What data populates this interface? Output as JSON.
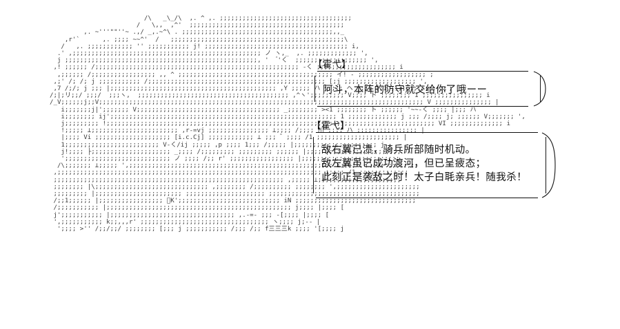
{
  "scene": {
    "background_color": "#ffffff",
    "art_color": "#3a3a3a",
    "text_color": "#101010"
  },
  "ascii_art": {
    "name": "character-portrait-aa",
    "content": "                         /\\   _\\_/\\  ,. ^ ,. ;;;;;;;;;;;;;;;;;;;;;;;;;;;;;;;;;;;\n                       /   \\,,  ,^'  ;;;;;;;;;;;;;;;;;;;;;;;;;;;;;;;;;;;;;;;;;\n         ,. ~'''\"\"''~ .,/ _,.~^\\ . ;;;;;;;;;;;;;;;;;;;;;;;;;;;;;;;;;;;;;;;;,,_\n    ,r'`      ,. ;;;; ~~^'  /   ;;;;;;;;;;;;;;;;;;;;;;;;;;;;;;;;;;;;;;;;;;;;;;\\\n   /   ,. ;;;;;;;;;;;; '' ;;;;;;;;;;; j! ;;;;;;;;;;;;;;;;;;;;;;;;;;;;;;;;;;;;;; i,\n  .' ,;;;;;;;;;;;;;;;;;;;;;;;;;;;;;;;;;;;;;;;;;;;;;;;;;; ノ ヽ,_  ,. ;;;;;;;;;;;;; ',\n  j ;;;;;;;;;;;;;;;;;;;;;;;;;;;;;;;;;;;;;;;;;;;;;;;;;;;, '   ゙'く  ;;;;;;;;;;;;;;;;;;; ',\n ,! ;;;;;; /;;;;;;;;;;;;;;;;;;;;;;;;;;;;;;;;;;;;;;;;;;;;;;;;;;;;;; -く ;;;;;;;;;;;;;;;;;;;;; i\n  ,;;;;;; /;;;;;;;;;;;;;;;;; ,, ^ ;;;;;;;;;;;;;;;;;;;;;;;;;;;;;;;;;;;;;;;;; イ! - ;;;;;;;;;;;;;;;;;; ;\n ,;' /; /; j ;;;;;;;;;;; /;;;;;;;;;;;;;;;;;;;;;;;;;;;;;;;;;;;;;;;;;;;;;;; [;j ;;;;;;;;;;;;;;;;;;; ',\n ,7 /;/; j ;;; |;;;;;;;;;;;;;;;;;;;;;;;;;;;;;;;;;;;;;;;;;;;; ,Y ;;;;; ハ ;;;;; ヘ ;;;; [;1 ;;;;;;;;;;;;;;; ゙;\n/;|;リ;;/ ;;;/  ;;;ヽ,  ;;;;;;;;;;;;;;;;;;;;;;;;;;;;;;;;;;;;;;;; ,^ヽ';;;;;;;;; V;;;; ト ;;;;;;;; 1 ;;;;;;;;;;;;;;;; i\n/_V;;;;;;j;;V;;;;;;;;;;;;;;;;;;;;;;;;;;;;;;;;;;;;;;;;;;;;;;;;;;;;;;;;;;;;;;;;;;;;;;;;;;;;;;;;;;;;;; V ;;;;;;;;;;;;;;; |\n   i;;;;;;;j|';;;;;;; V;;;;;;;;;;;;;;;;;;;;;;;;;;;;;;;;;;;;;; _;;;;;;;; ><1 ;;;;;;;; ト ;;;;;; '~~-く ;;;; |;;; ハ\n   i;;;;;;;; ij';;;;;;;;;;;;;;;;;;;;;;;;;;;;;;;;;;;;;;;;;;;;;;;;;;;;;;;;;;;; 1 ;;;;;;;;;;;;; j ;;; /;;;; j; ;;;;;; V;;;;;;; ',\n   j;;;;;;;;; !;;;;;;;;;;;;;;;;;;;;;;;;;;;;;;;;;;;;;;;;;;;;;;;;;;;;;;;;;;;;;;;;;;;;;;;;;;;;;;;;;;;;;;; VI ;;;;;;;;;;;;;; i\n   !;;;;; ⊥;;;;;;;;;;;;;;;;;;;;;;; ,r-=vj ;;;;;;;;;;;;;;;; ⊥;;;; /;;;; 川 ;;;; ハ ;;;;;;;;;;;;;;;; |\n   |;;;; Vi ;;;;;;;;;;;;;;;;;;;; [i.c.Cj] ;;;;;;;;;;;; ⊥ ;;; ゛;;;; /1 ;;;;;;;;;;;;;;;;;;;;;; |\n   1;;;;;;;;;;;;;;;;;;;;;;;;; V-く/ij ;;;;; ,p ;;;; 1;;; /;;;;; |;;;;;;;;;;;;;;;;;;;;;; j\n   j!;;;; ├;;;;;;;;;;;;;;;;;;;;; _;;;; /;;;;;;;;; ;;;;;;;;; ;;;;;; |;;;; |;;;;;;;;;;;;;;;;;;; ハ\n   ';;;;;;;;;;;;;;;;;;;;;;;;;;;; ノ ;;;; /;; r' ;;;;;;;;;;;;;;;;; |;;;;;;;;;;;;;;;;;;;;;;;;;;\n  /\\;;;;;;; ⊥;;;;; ',;;;;;;;;;;;;;;;;;;;;;;;;;;;;;;;;;;;;;;;;;;;;;;;;;;;;;; i;;;; ,イ;;;; ;;;;;;;;\n ,;;;;;;;;;;;;;;;;;;;;;;;;;;;;;;;;;;;;;;;;;;;;;;;;;;;;;;;;;;;;;;;;;;;;;; ⊥;;;; /1 ;;;;;;;;;;;;;\n ;;;;;;;;;;;;;;;;;;;;;;;;;;;;;;;;;;;;;;;;;;;;;;;;;;;;;;;;;;;;; ,;;;;; ⊥;;;;;;;;;;;;;;;;;;;;;;\n ;;;;;;;; |\\;;;;;;;;;;;;;;;;;;;;;;;;;;;;;; ,;;;;;;;; /;;;;;;;;;; ;;;;;;;; ',;;;;;;;;;;;;;;;;;;;;;;\n ;;;;;;;;; |;;;;;;;;;;;;;;;;;;;;;;; ;;;;;;;;;;;;;;;;;;;;; ;;;;;;;;;;;;;;;;;;;;;;;;;;;;;;;;;;;;;;;;\n /;;1;;;;;; |;;;;;;;;;;;;;;;;; ゙K';;;;;;;;;;;;;;;;;;;;;;;;;;; iN ;;;;;;;;;;;;;;;;;;;;;;;;;;;;;;;;\n /;;;;;;;;;;; |;;;;;;;;;;;;;;;;;;;;;;;;;;;;;;;;;;;;;;;;;;;;;;;;; j;;;; |;;;; [\n j';;;;;;;;;;; |;;;;;;;;;;;;;;;;;;;;;;;;;;;;;;;;; ,.-=- ;;; -[;;;; |;;;; [\n ',;;;;;;;;;;; k;;,,,r' ;;;;;;;;;;;;;;;;;;;;;;;;;;;;;;;;;; ヽ;;;; j;-- |\n  ';;;; >'' /;;/;;/ ;;;;;;;; [;;; j ;;;;;;;;;;; /;;; /;; f三三三k ;;;; '[;;;; j"
  },
  "speeches": [
    {
      "id": "speech-1",
      "speaker": "【霍弋】",
      "lines": [
        "阿斗，本阵的防守就交给你了哦ーー"
      ]
    },
    {
      "id": "speech-2",
      "speaker": "【霍弋】",
      "lines": [
        "敌右翼已溃，骑兵所部随时机动。",
        "敌左翼虽已成功渡河，但已呈疲态；",
        "此刻正是袭敌之时！太子白毦亲兵！随我杀！"
      ]
    }
  ]
}
